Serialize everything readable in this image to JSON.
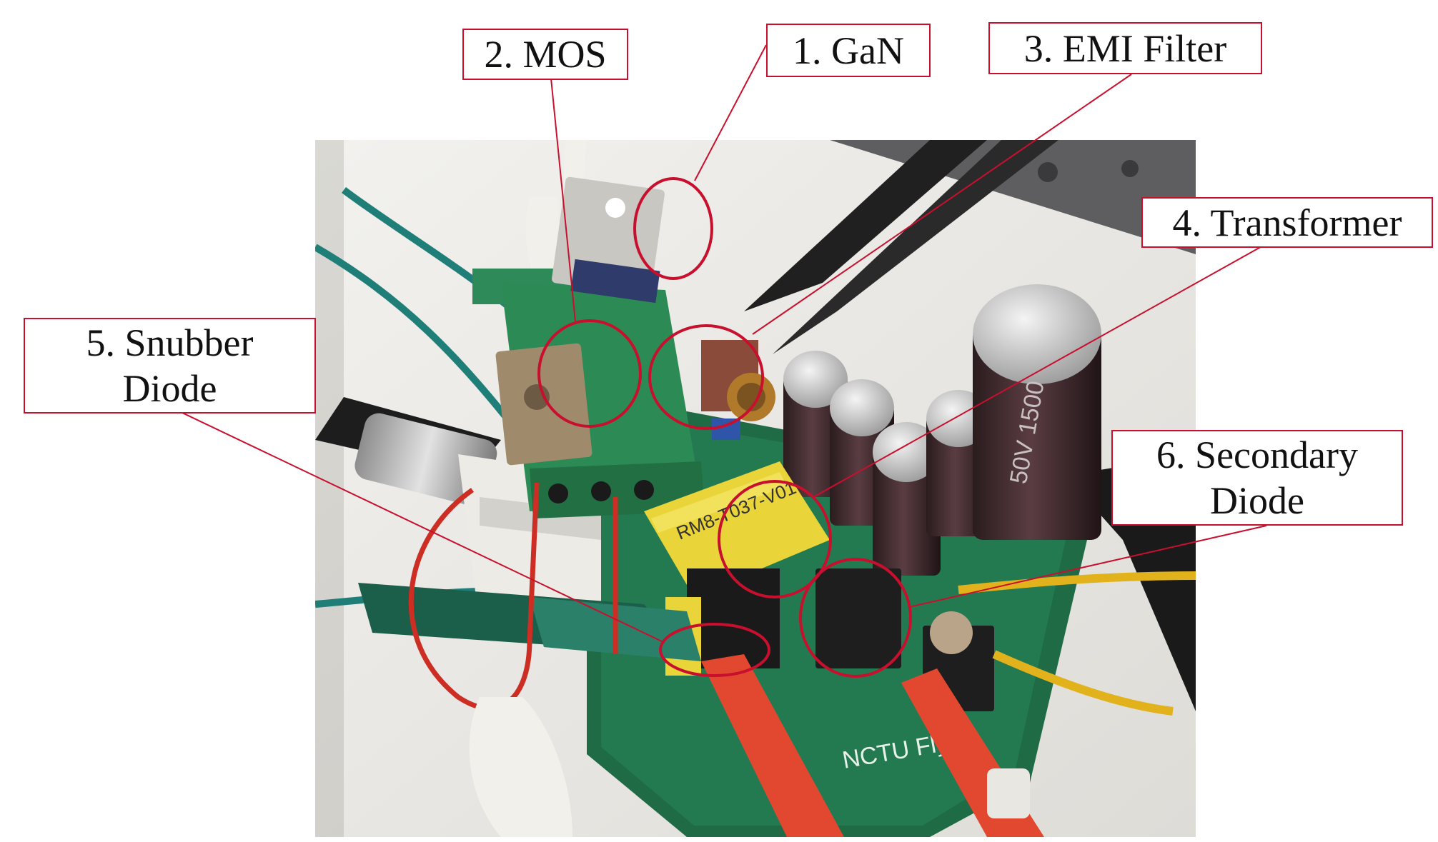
{
  "annotation_color": "#c8102e",
  "photo": {
    "description_icon": "pcb-photo",
    "board_text": "NCTU Flyb",
    "transformer_text": "RM8-T037-V01",
    "capacitor_text": "50V 1500"
  },
  "labels": [
    {
      "id": "gan",
      "text": "1. GaN"
    },
    {
      "id": "mos",
      "text": "2. MOS"
    },
    {
      "id": "emi",
      "text": "3. EMI Filter"
    },
    {
      "id": "transformer",
      "text": "4. Transformer"
    },
    {
      "id": "snubber",
      "line1": "5. Snubber",
      "line2": "Diode"
    },
    {
      "id": "secondary",
      "line1": "6. Secondary",
      "line2": "Diode"
    }
  ]
}
